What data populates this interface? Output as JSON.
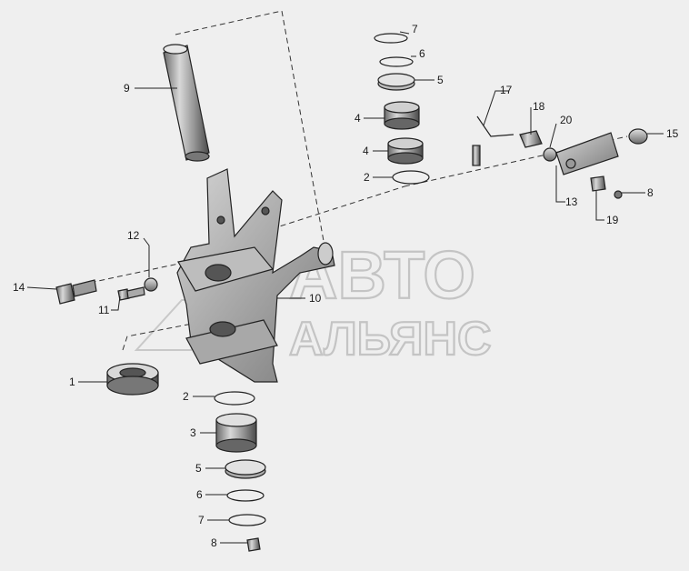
{
  "watermark": {
    "line1": "АВТО",
    "line2": "АЛЬЯНС"
  },
  "callouts": [
    {
      "id": "c7a",
      "text": "7"
    },
    {
      "id": "c6a",
      "text": "6"
    },
    {
      "id": "c5a",
      "text": "5"
    },
    {
      "id": "c4a",
      "text": "4"
    },
    {
      "id": "c4b",
      "text": "4"
    },
    {
      "id": "c2a",
      "text": "2"
    },
    {
      "id": "c9",
      "text": "9"
    },
    {
      "id": "c17",
      "text": "17"
    },
    {
      "id": "c18",
      "text": "18"
    },
    {
      "id": "c20",
      "text": "20"
    },
    {
      "id": "c15",
      "text": "15"
    },
    {
      "id": "c13",
      "text": "13"
    },
    {
      "id": "c8a",
      "text": "8"
    },
    {
      "id": "c19",
      "text": "19"
    },
    {
      "id": "c12",
      "text": "12"
    },
    {
      "id": "c14",
      "text": "14"
    },
    {
      "id": "c11",
      "text": "11"
    },
    {
      "id": "c10",
      "text": "10"
    },
    {
      "id": "c1",
      "text": "1"
    },
    {
      "id": "c2b",
      "text": "2"
    },
    {
      "id": "c3",
      "text": "3"
    },
    {
      "id": "c5b",
      "text": "5"
    },
    {
      "id": "c6b",
      "text": "6"
    },
    {
      "id": "c7b",
      "text": "7"
    },
    {
      "id": "c8b",
      "text": "8"
    }
  ]
}
